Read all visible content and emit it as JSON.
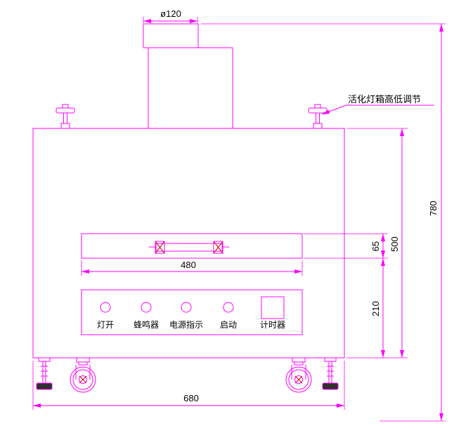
{
  "drawing": {
    "colors": {
      "line": "#ff00ff",
      "text": "#000000",
      "hatch": "#cc2222",
      "pad": "#2f2f2f",
      "bg": "#ffffff"
    },
    "dimensions": {
      "duct_diameter": "ø120",
      "overall_height": "780",
      "slot_width": "480",
      "slot_height": "65",
      "body_height": "500",
      "lower_section_height": "210",
      "overall_width": "680"
    },
    "annotation_label": "活化灯箱高低调节",
    "control_panel": {
      "labels": [
        "灯开",
        "蜂鸣器",
        "电源指示",
        "启动",
        "计时器"
      ]
    }
  }
}
